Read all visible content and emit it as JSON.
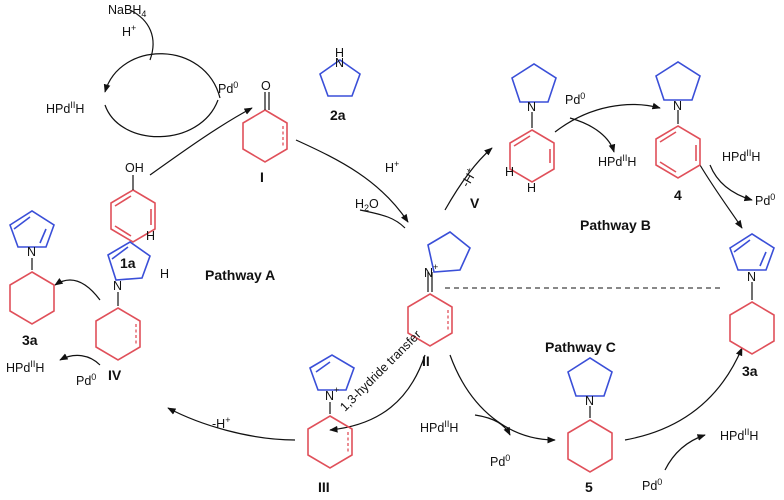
{
  "reagents": {
    "nabh4": "NaBH",
    "nabh4_sub": "4",
    "h_plus_top": "H",
    "pd0_tl": "Pd",
    "hpdh_left": "HPd",
    "h2o": "H",
    "h2o_sub": "2",
    "h2o_tail": "O",
    "h_plus_mid": "H",
    "minus_h_plus_v": "-H",
    "pd0_b": "Pd",
    "hpdh_b": "HPd",
    "hpdh_b2": "HPd",
    "pd0_b2": "Pd",
    "hpdh_3a_left": "HPd",
    "pd0_3a_left": "Pd",
    "minus_h_plus_iv": "-H",
    "hydride_transfer": "1,3-hydride transfer",
    "hpdh_c": "HPd",
    "pd0_c": "Pd",
    "pd0_c2": "Pd",
    "hpdh_c2": "HPd",
    "sup_0": "0",
    "sup_II": "II",
    "sup_plus": "+",
    "h_atom": "H",
    "o_atom": "O",
    "oh_group": "OH",
    "n_atom": "N",
    "nh_h": "H"
  },
  "compounds": {
    "I": "I",
    "II": "II",
    "III": "III",
    "IV": "IV",
    "V": "V",
    "c1a": "1a",
    "c2a": "2a",
    "c3a_left": "3a",
    "c3a_right": "3a",
    "c4": "4",
    "c5": "5"
  },
  "pathways": {
    "a": "Pathway A",
    "b": "Pathway B",
    "c": "Pathway C"
  }
}
